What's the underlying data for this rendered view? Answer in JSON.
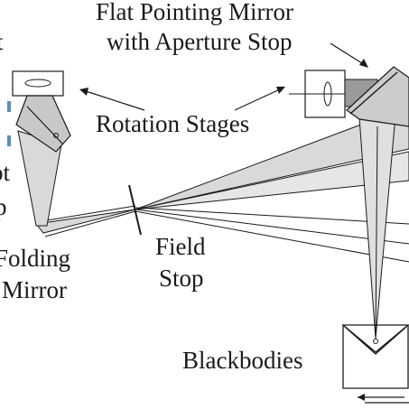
{
  "labels": {
    "flat_mirror_line1": "Flat Pointing Mirror",
    "flat_mirror_line2": "with Aperture Stop",
    "rotation_stages": "Rotation Stages",
    "field_stop_line1": "Field",
    "field_stop_line2": "Stop",
    "folding_line1": "Folding",
    "folding_line2": "Mirror",
    "blackbodies": "Blackbodies",
    "partial_left_top": "t",
    "partial_left_mid1": "ot",
    "partial_left_mid2": "p"
  },
  "colors": {
    "line": "#1a1a1a",
    "beam_fill": "#d9d9d9",
    "mirror_fill": "#bdbdbd",
    "accent_blue": "#5b8fb0"
  }
}
